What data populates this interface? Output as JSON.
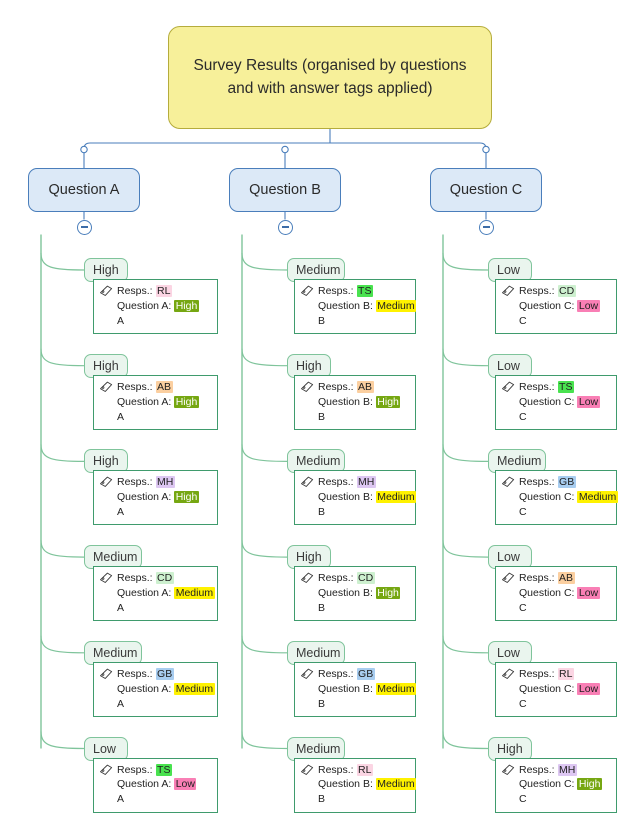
{
  "diagram": {
    "type": "mind-map-tree",
    "root": {
      "label": "Survey Results (organised by questions and with answer tags applied)",
      "fill": "#f7f09a",
      "border": "#b5ac3c"
    },
    "node_fill": "#dce9f7",
    "node_border": "#4a7ebb",
    "link_color_top": "#4a7ebb",
    "link_color_branch": "#7fc49b",
    "collapse_glyph": "−"
  },
  "highlight_colors": {
    "RL": "#fbd5e3",
    "AB": "#fbcfa0",
    "MH": "#ddc7f2",
    "CD": "#cdf0cf",
    "GB": "#a8cdf0",
    "TS": "#49e24f",
    "High": "#76a712",
    "Medium": "#fff200",
    "Low": "#f97fb5"
  },
  "highlight_text": {
    "High": "#ffffff"
  },
  "branches": [
    {
      "id": "question-a",
      "title": "Question A",
      "items": [
        {
          "chip": "High",
          "resps_label": "Resps.:",
          "resps": "RL",
          "q_label": "Question A:",
          "answer": "High",
          "suffix": "A"
        },
        {
          "chip": "High",
          "resps_label": "Resps.:",
          "resps": "AB",
          "q_label": "Question A:",
          "answer": "High",
          "suffix": "A"
        },
        {
          "chip": "High",
          "resps_label": "Resps.:",
          "resps": "MH",
          "q_label": "Question A:",
          "answer": "High",
          "suffix": "A"
        },
        {
          "chip": "Medium",
          "resps_label": "Resps.:",
          "resps": "CD",
          "q_label": "Question A:",
          "answer": "Medium",
          "suffix": "A"
        },
        {
          "chip": "Medium",
          "resps_label": "Resps.:",
          "resps": "GB",
          "q_label": "Question A:",
          "answer": "Medium",
          "suffix": "A"
        },
        {
          "chip": "Low",
          "resps_label": "Resps.:",
          "resps": "TS",
          "q_label": "Question A:",
          "answer": "Low",
          "suffix": "A"
        }
      ]
    },
    {
      "id": "question-b",
      "title": "Question B",
      "items": [
        {
          "chip": "Medium",
          "resps_label": "Resps.:",
          "resps": "TS",
          "q_label": "Question B:",
          "answer": "Medium",
          "suffix": "B"
        },
        {
          "chip": "High",
          "resps_label": "Resps.:",
          "resps": "AB",
          "q_label": "Question B:",
          "answer": "High",
          "suffix": "B"
        },
        {
          "chip": "Medium",
          "resps_label": "Resps.:",
          "resps": "MH",
          "q_label": "Question B:",
          "answer": "Medium",
          "suffix": "B"
        },
        {
          "chip": "High",
          "resps_label": "Resps.:",
          "resps": "CD",
          "q_label": "Question B:",
          "answer": "High",
          "suffix": "B"
        },
        {
          "chip": "Medium",
          "resps_label": "Resps.:",
          "resps": "GB",
          "q_label": "Question B:",
          "answer": "Medium",
          "suffix": "B"
        },
        {
          "chip": "Medium",
          "resps_label": "Resps.:",
          "resps": "RL",
          "q_label": "Question B:",
          "answer": "Medium",
          "suffix": "B"
        }
      ]
    },
    {
      "id": "question-c",
      "title": "Question C",
      "items": [
        {
          "chip": "Low",
          "resps_label": "Resps.:",
          "resps": "CD",
          "q_label": "Question C:",
          "answer": "Low",
          "suffix": "C"
        },
        {
          "chip": "Low",
          "resps_label": "Resps.:",
          "resps": "TS",
          "q_label": "Question C:",
          "answer": "Low",
          "suffix": "C"
        },
        {
          "chip": "Medium",
          "resps_label": "Resps.:",
          "resps": "GB",
          "q_label": "Question C:",
          "answer": "Medium",
          "suffix": "C"
        },
        {
          "chip": "Low",
          "resps_label": "Resps.:",
          "resps": "AB",
          "q_label": "Question C:",
          "answer": "Low",
          "suffix": "C"
        },
        {
          "chip": "Low",
          "resps_label": "Resps.:",
          "resps": "RL",
          "q_label": "Question C:",
          "answer": "Low",
          "suffix": "C"
        },
        {
          "chip": "High",
          "resps_label": "Resps.:",
          "resps": "MH",
          "q_label": "Question C:",
          "answer": "High",
          "suffix": "C"
        }
      ]
    }
  ]
}
